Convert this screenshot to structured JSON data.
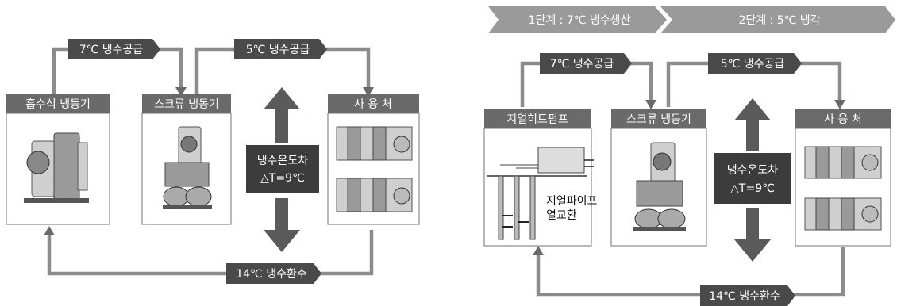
{
  "left": {
    "boxes": {
      "absorption": "흡수식 냉동기",
      "screw": "스크류 냉동기",
      "usage": "사 용 처"
    },
    "pipes": {
      "supply7": "7℃  냉수공급",
      "supply5": "5℃  냉수공급",
      "return14": "14℃  냉수환수"
    },
    "delta": {
      "line1": "냉수온도차",
      "line2": "△T=9℃"
    }
  },
  "right": {
    "stages": {
      "stage1": "1단계 : 7℃ 냉수생산",
      "stage2": "2단계 : 5℃ 냉각"
    },
    "boxes": {
      "geothermal": "지열히트펌프",
      "screw": "스크류 냉동기",
      "usage": "사 용 처"
    },
    "pipes": {
      "supply7": "7℃  냉수공급",
      "supply5": "5℃  냉수공급",
      "return14": "14℃  냉수환수"
    },
    "delta": {
      "line1": "냉수온도차",
      "line2": "△T=9℃"
    },
    "ground": {
      "pipe": "지열파이프",
      "exchange": "열교환"
    }
  }
}
